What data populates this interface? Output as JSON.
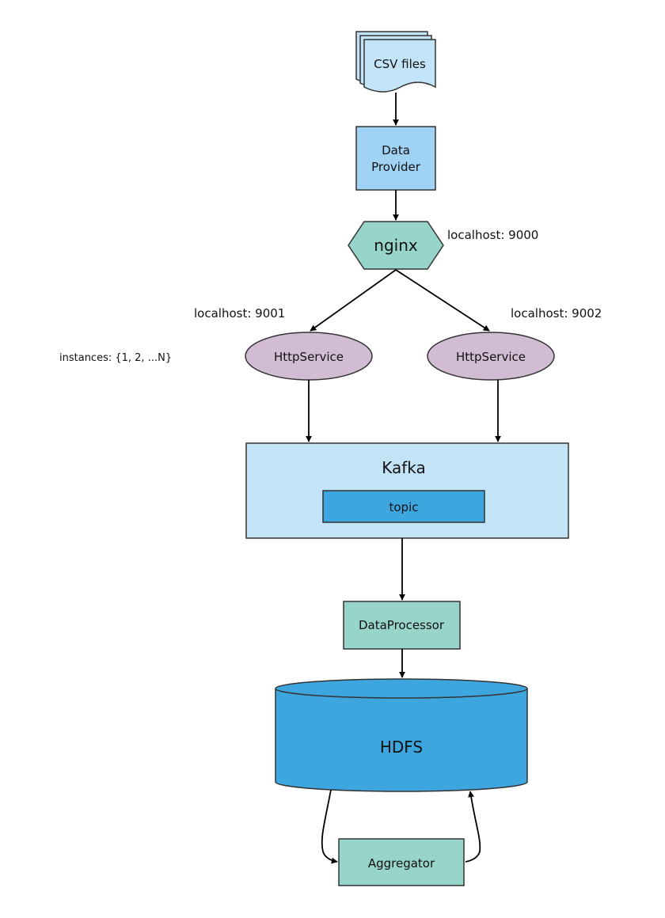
{
  "nodes": {
    "csv_files": {
      "label": "CSV files",
      "fill": "#c3e4f6"
    },
    "data_provider": {
      "line1": "Data",
      "line2": "Provider",
      "fill": "#9fd2f3"
    },
    "nginx": {
      "label": "nginx",
      "fill": "#97d4c9"
    },
    "http_service_1": {
      "label": "HttpService",
      "fill": "#d2bcd4"
    },
    "http_service_2": {
      "label": "HttpService",
      "fill": "#d2bcd4"
    },
    "kafka": {
      "label": "Kafka",
      "fill": "#c3e4f6"
    },
    "topic": {
      "label": "topic",
      "fill": "#3ea6df"
    },
    "data_processor": {
      "label": "DataProcessor",
      "fill": "#97d4c9"
    },
    "hdfs": {
      "label": "HDFS",
      "fill": "#3ea6df"
    },
    "aggregator": {
      "label": "Aggregator",
      "fill": "#97d4c9"
    }
  },
  "annotations": {
    "nginx_port": "localhost: 9000",
    "http1_port": "localhost: 9001",
    "http2_port": "localhost: 9002",
    "instances": "instances: {1, 2, ...N}"
  },
  "colors": {
    "stroke": "#333333",
    "edge": "#000000"
  }
}
